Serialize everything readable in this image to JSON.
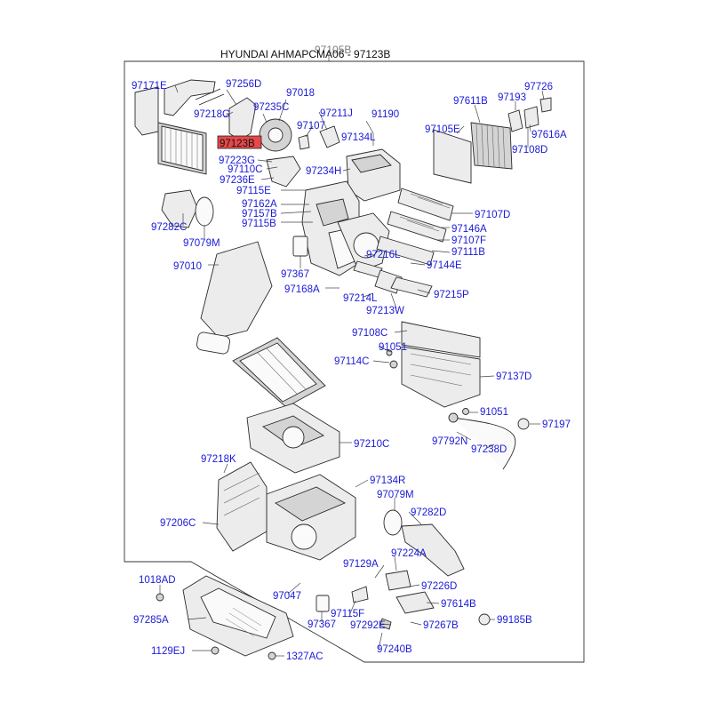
{
  "header": {
    "title": "HYUNDAI AHMAPCMA06 - 97123B",
    "ref": "97105B"
  },
  "colors": {
    "label": "#1a1ad8",
    "highlight_fill": "#e8484a",
    "line": "#444444"
  },
  "highlight_part": "97123B",
  "callouts": [
    {
      "id": "97171E",
      "text": "97171E"
    },
    {
      "id": "97256D",
      "text": "97256D"
    },
    {
      "id": "97018",
      "text": "97018"
    },
    {
      "id": "97218G",
      "text": "97218G"
    },
    {
      "id": "97235C",
      "text": "97235C"
    },
    {
      "id": "97211J",
      "text": "97211J"
    },
    {
      "id": "91190",
      "text": "91190"
    },
    {
      "id": "97107",
      "text": "97107"
    },
    {
      "id": "97123B",
      "text": "97123B"
    },
    {
      "id": "97134L",
      "text": "97134L"
    },
    {
      "id": "97223G",
      "text": "97223G"
    },
    {
      "id": "97110C",
      "text": "97110C"
    },
    {
      "id": "97234H",
      "text": "97234H"
    },
    {
      "id": "97236E",
      "text": "97236E"
    },
    {
      "id": "97115E",
      "text": "97115E"
    },
    {
      "id": "97162A",
      "text": "97162A"
    },
    {
      "id": "97157B",
      "text": "97157B"
    },
    {
      "id": "97115B",
      "text": "97115B"
    },
    {
      "id": "97282C",
      "text": "97282C"
    },
    {
      "id": "97079M",
      "text": "97079M"
    },
    {
      "id": "97010",
      "text": "97010"
    },
    {
      "id": "97367",
      "text": "97367"
    },
    {
      "id": "97168A",
      "text": "97168A"
    },
    {
      "id": "97216L",
      "text": "97216L"
    },
    {
      "id": "97214L",
      "text": "97214L"
    },
    {
      "id": "97213W",
      "text": "97213W"
    },
    {
      "id": "97215P",
      "text": "97215P"
    },
    {
      "id": "97611B",
      "text": "97611B"
    },
    {
      "id": "97193",
      "text": "97193"
    },
    {
      "id": "97726",
      "text": "97726"
    },
    {
      "id": "97105E",
      "text": "97105E"
    },
    {
      "id": "97616A",
      "text": "97616A"
    },
    {
      "id": "97108D",
      "text": "97108D"
    },
    {
      "id": "97107D",
      "text": "97107D"
    },
    {
      "id": "97146A",
      "text": "97146A"
    },
    {
      "id": "97107F",
      "text": "97107F"
    },
    {
      "id": "97111B",
      "text": "97111B"
    },
    {
      "id": "97144E",
      "text": "97144E"
    },
    {
      "id": "97108C",
      "text": "97108C"
    },
    {
      "id": "91051a",
      "text": "91051"
    },
    {
      "id": "97114C",
      "text": "97114C"
    },
    {
      "id": "97137D",
      "text": "97137D"
    },
    {
      "id": "91051b",
      "text": "91051"
    },
    {
      "id": "97197",
      "text": "97197"
    },
    {
      "id": "97792N",
      "text": "97792N"
    },
    {
      "id": "97238D",
      "text": "97238D"
    },
    {
      "id": "97210C",
      "text": "97210C"
    },
    {
      "id": "97218K",
      "text": "97218K"
    },
    {
      "id": "97134R",
      "text": "97134R"
    },
    {
      "id": "97079M2",
      "text": "97079M"
    },
    {
      "id": "97206C",
      "text": "97206C"
    },
    {
      "id": "97282D",
      "text": "97282D"
    },
    {
      "id": "97224A",
      "text": "97224A"
    },
    {
      "id": "97129A",
      "text": "97129A"
    },
    {
      "id": "97226D",
      "text": "97226D"
    },
    {
      "id": "97047",
      "text": "97047"
    },
    {
      "id": "97614B",
      "text": "97614B"
    },
    {
      "id": "1018AD",
      "text": "1018AD"
    },
    {
      "id": "97285A",
      "text": "97285A"
    },
    {
      "id": "97115F",
      "text": "97115F"
    },
    {
      "id": "97367b",
      "text": "97367"
    },
    {
      "id": "97292E",
      "text": "97292E"
    },
    {
      "id": "97267B",
      "text": "97267B"
    },
    {
      "id": "99185B",
      "text": "99185B"
    },
    {
      "id": "1129EJ",
      "text": "1129EJ"
    },
    {
      "id": "1327AC",
      "text": "1327AC"
    },
    {
      "id": "97240B",
      "text": "97240B"
    }
  ]
}
